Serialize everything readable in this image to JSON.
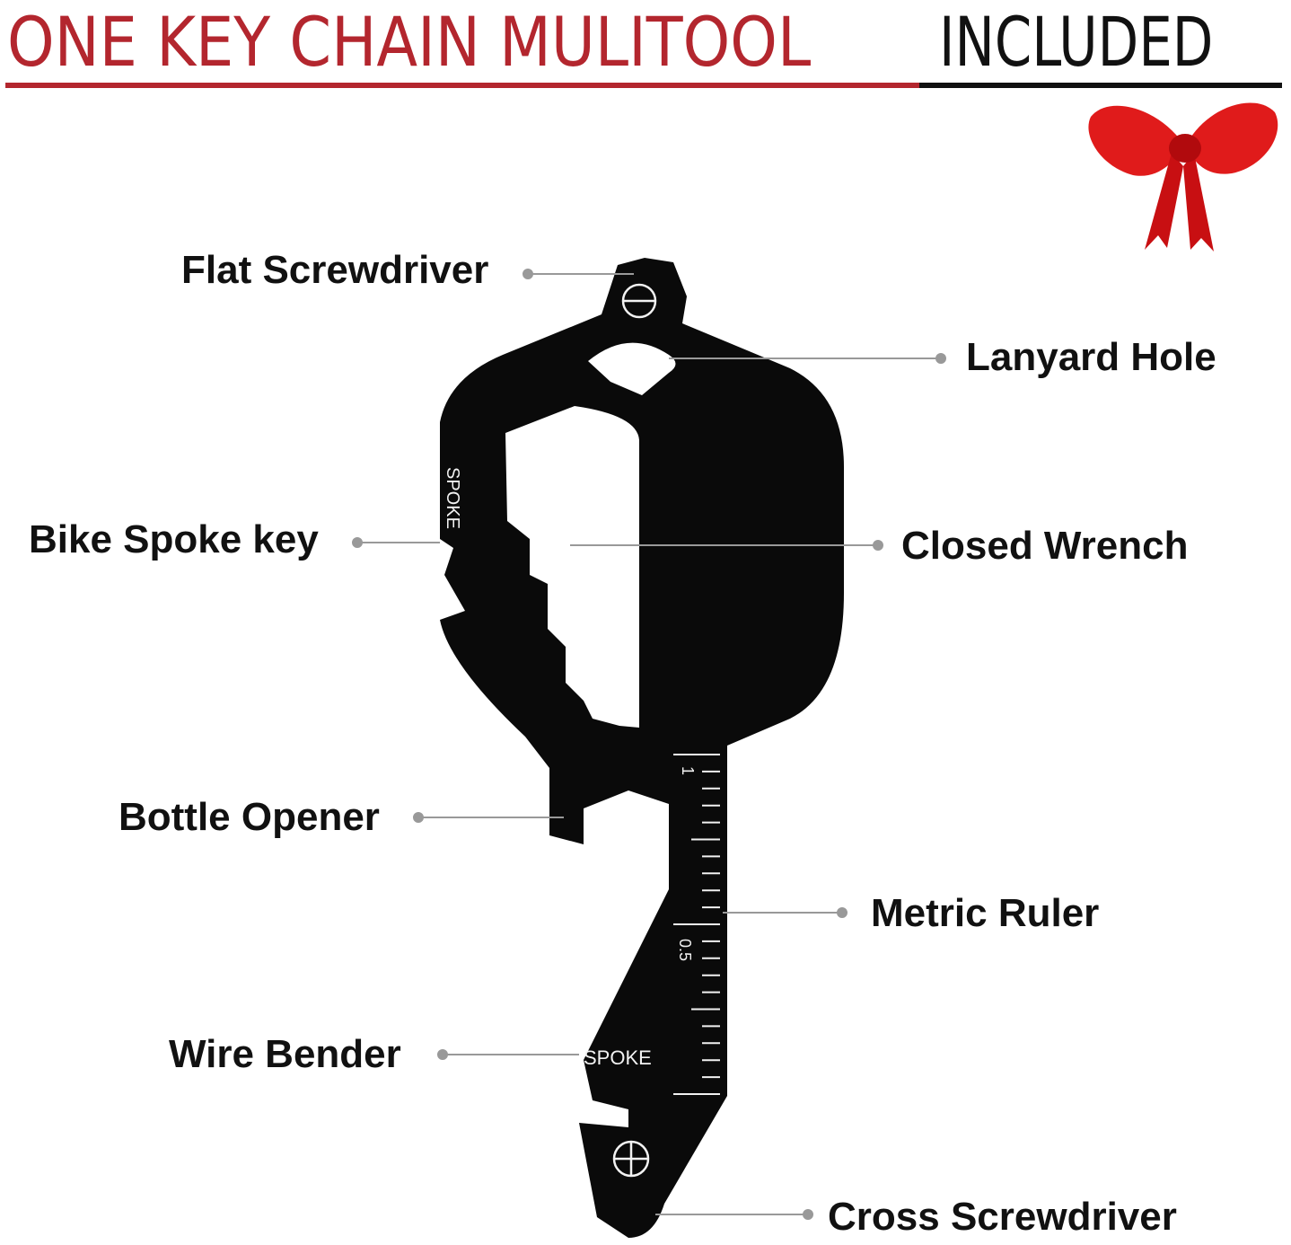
{
  "header": {
    "title_red": "ONE KEY CHAIN MULITOOL",
    "title_black": "INCLUDED"
  },
  "tool_engravings": {
    "spoke_top": "SPOKE",
    "spoke_bottom": "SPOKE",
    "ruler_mark_1": "1",
    "ruler_mark_half": "0.5"
  },
  "callouts": {
    "flat_screwdriver": "Flat Screwdriver",
    "lanyard_hole": "Lanyard Hole",
    "bike_spoke_key": "Bike Spoke key",
    "closed_wrench": "Closed Wrench",
    "bottle_opener": "Bottle Opener",
    "metric_ruler": "Metric Ruler",
    "wire_bender": "Wire Bender",
    "cross_screwdriver": "Cross Screwdriver"
  },
  "colors": {
    "headline_red": "#b3262e",
    "headline_black": "#111111",
    "tool_body": "#0a0a0a",
    "leader_line": "#999999",
    "bow_red": "#e01b1b"
  }
}
